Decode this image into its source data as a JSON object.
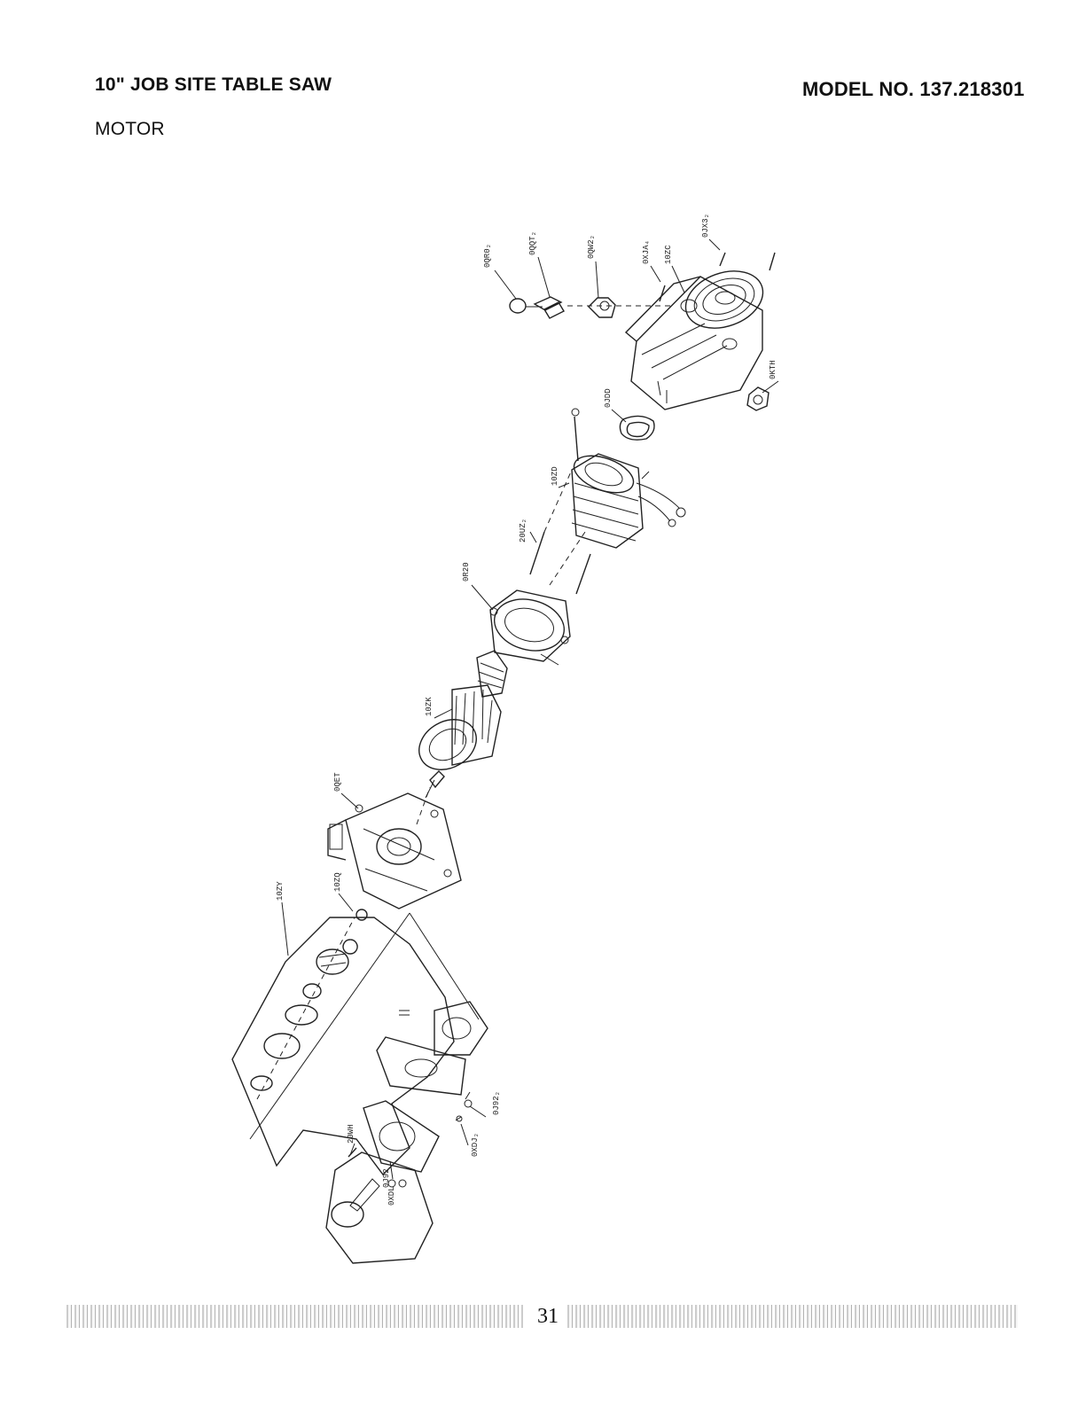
{
  "header": {
    "title": "10\" JOB SITE TABLE SAW",
    "model": "MODEL NO. 137.218301",
    "section": "MOTOR"
  },
  "diagram": {
    "parts": [
      {
        "id": "ring-plug",
        "label": "0QR0₂"
      },
      {
        "id": "brush-cap",
        "label": "0QQT₂"
      },
      {
        "id": "brush-holder",
        "label": "0QW2₂"
      },
      {
        "id": "housing-screw",
        "label": "0XJA₄"
      },
      {
        "id": "motor-housing",
        "label": "10ZC"
      },
      {
        "id": "housing-top-screw",
        "label": "0JX3₂"
      },
      {
        "id": "strain-relief",
        "label": "0KTH"
      },
      {
        "id": "grommet",
        "label": "0JDD"
      },
      {
        "id": "field-assembly",
        "label": "10ZD"
      },
      {
        "id": "field-screw",
        "label": "20UZ₂"
      },
      {
        "id": "baffle",
        "label": "0R20"
      },
      {
        "id": "armature",
        "label": "10ZK"
      },
      {
        "id": "gear-housing",
        "label": "0QET"
      },
      {
        "id": "bearing",
        "label": "10ZQ"
      },
      {
        "id": "gear-kit",
        "label": "10ZY"
      },
      {
        "id": "side-washer",
        "label": "0J92₂"
      },
      {
        "id": "side-screw",
        "label": "0XDJ₂"
      },
      {
        "id": "plate-screw",
        "label": "20WH"
      },
      {
        "id": "plate-washer",
        "label": "0J92"
      },
      {
        "id": "plate-screw-2",
        "label": "0XDL"
      }
    ]
  },
  "footer": {
    "page_number": "31"
  }
}
